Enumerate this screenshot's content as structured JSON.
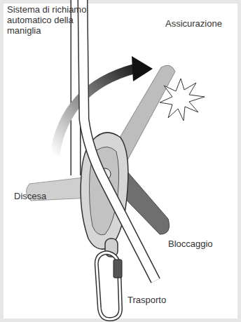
{
  "diagram": {
    "labels": [
      "Sistema di richiamo automatico della maniglia",
      "Assicurazione",
      "Discesa",
      "Bloccaggio",
      "Trasporto"
    ]
  }
}
